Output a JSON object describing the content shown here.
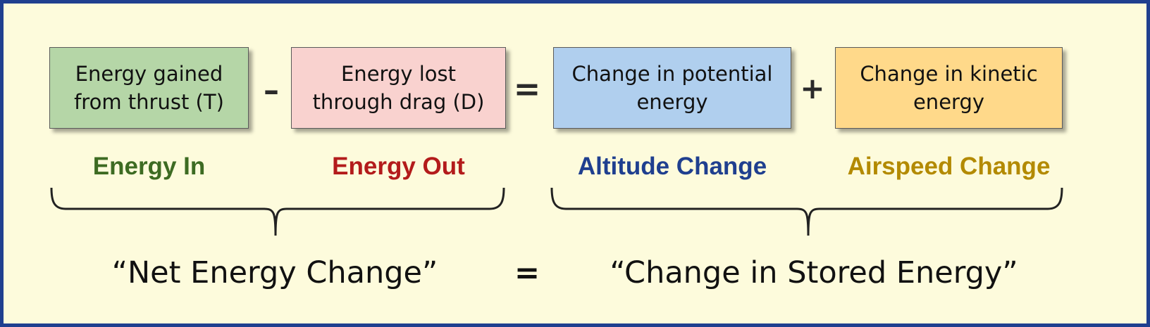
{
  "boxes": {
    "thrust": {
      "text": "Energy gained from thrust (T)",
      "color": "#b5d6a7"
    },
    "drag": {
      "text": "Energy lost through drag (D)",
      "color": "#f9d2cf"
    },
    "potential": {
      "text": "Change in potential energy",
      "color": "#b0cfee"
    },
    "kinetic": {
      "text": "Change in kinetic energy",
      "color": "#ffd98a"
    }
  },
  "operators": {
    "minus": "–",
    "equals": "=",
    "plus": "+"
  },
  "categories": {
    "energy_in": {
      "text": "Energy In",
      "color": "#3d6b22"
    },
    "energy_out": {
      "text": "Energy Out",
      "color": "#b31b1b"
    },
    "altitude": {
      "text": "Altitude Change",
      "color": "#1f3f8f"
    },
    "airspeed": {
      "text": "Airspeed Change",
      "color": "#b38a00"
    }
  },
  "summary": {
    "left": "“Net Energy Change”",
    "equals": "=",
    "right": "“Change in Stored Energy”"
  },
  "frame_color": "#1f3f8f",
  "background_color": "#fdfbdc"
}
